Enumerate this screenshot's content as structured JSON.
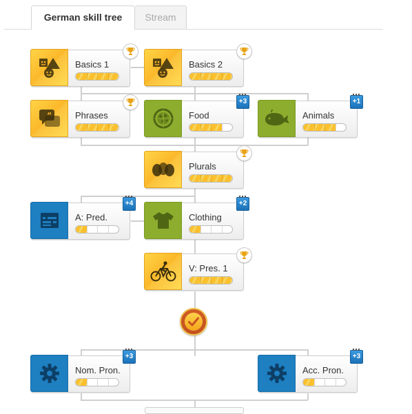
{
  "tabs": [
    {
      "label": "German skill tree",
      "active": true
    },
    {
      "label": "Stream",
      "active": false
    }
  ],
  "skills": [
    {
      "name": "Basics 1",
      "icon": "theater-masks-icon",
      "color": "gold",
      "progress": 1.0,
      "badge": {
        "type": "trophy"
      }
    },
    {
      "name": "Basics 2",
      "icon": "theater-masks-icon",
      "color": "gold",
      "progress": 1.0,
      "badge": {
        "type": "trophy"
      }
    },
    {
      "name": "Phrases",
      "icon": "speech-bubble-icon",
      "color": "gold",
      "progress": 1.0,
      "badge": {
        "type": "trophy"
      }
    },
    {
      "name": "Food",
      "icon": "pizza-icon",
      "color": "green",
      "progress": 0.75,
      "badge": {
        "type": "plus",
        "text": "+3"
      }
    },
    {
      "name": "Animals",
      "icon": "whale-icon",
      "color": "green",
      "progress": 0.75,
      "badge": {
        "type": "plus",
        "text": "+1"
      }
    },
    {
      "name": "Plurals",
      "icon": "shapes-icon",
      "color": "gold",
      "progress": 1.0,
      "badge": {
        "type": "trophy"
      }
    },
    {
      "name": "A: Pred.",
      "icon": "form-icon",
      "color": "blue",
      "progress": 0.25,
      "badge": {
        "type": "plus",
        "text": "+4"
      }
    },
    {
      "name": "Clothing",
      "icon": "tshirt-icon",
      "color": "green",
      "progress": 0.25,
      "badge": {
        "type": "plus",
        "text": "+2"
      }
    },
    {
      "name": "V: Pres. 1",
      "icon": "cyclist-icon",
      "color": "gold",
      "progress": 1.0,
      "badge": {
        "type": "trophy"
      }
    },
    {
      "name": "Nom. Pron.",
      "icon": "gear-icon",
      "color": "blue",
      "progress": 0.25,
      "badge": {
        "type": "plus",
        "text": "+3"
      }
    },
    {
      "name": "Acc. Pron.",
      "icon": "gear-icon",
      "color": "blue",
      "progress": 0.25,
      "badge": {
        "type": "plus",
        "text": "+3"
      }
    }
  ],
  "checkpoint": {
    "icon": "checkmark-icon",
    "status": "completed"
  },
  "colors": {
    "gold": "#fbb82a",
    "green": "#8dad2e",
    "blue": "#1e7fc1",
    "plus_badge": "#1c72b8",
    "checkpoint": "#c9521f"
  }
}
